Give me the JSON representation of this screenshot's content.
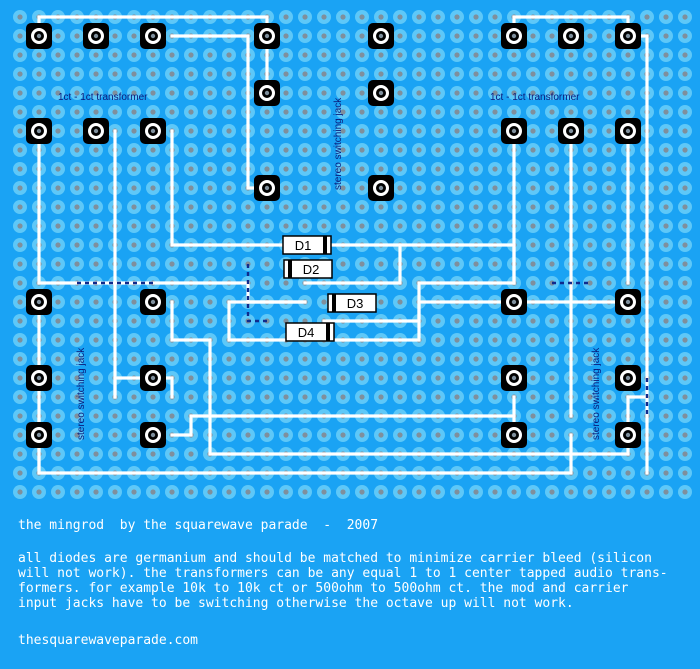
{
  "colors": {
    "board": "#1aa3f4",
    "pad_ring": "#5ec8f8",
    "pad_hole": "#7f8f9c",
    "trace": "#ffffff",
    "jumper": "#102a8c",
    "component_pad": "#000000",
    "text": "#ffffff",
    "label": "#0a1a7a"
  },
  "labels": {
    "transformer_left": "1ct - 1ct transformer",
    "transformer_right": "1ct - 1ct transformer",
    "jack_top": "stereo switching jack",
    "jack_left": "stereo switching jack",
    "jack_right": "stereo switching jack"
  },
  "diodes": [
    {
      "id": "D1"
    },
    {
      "id": "D2"
    },
    {
      "id": "D3"
    },
    {
      "id": "D4"
    }
  ],
  "caption": {
    "title": "the mingrod  by the squarewave parade  -  2007",
    "description": "all diodes are germanium and should be matched to minimize carrier bleed (silicon\nwill not work). the transformers can be any equal 1 to 1 center tapped audio trans-\nformers. for example 10k to 10k ct or 500ohm to 500ohm ct. the mod and carrier\ninput jacks have to be switching otherwise the octave up will not work.",
    "website": "thesquarewaveparade.com"
  }
}
